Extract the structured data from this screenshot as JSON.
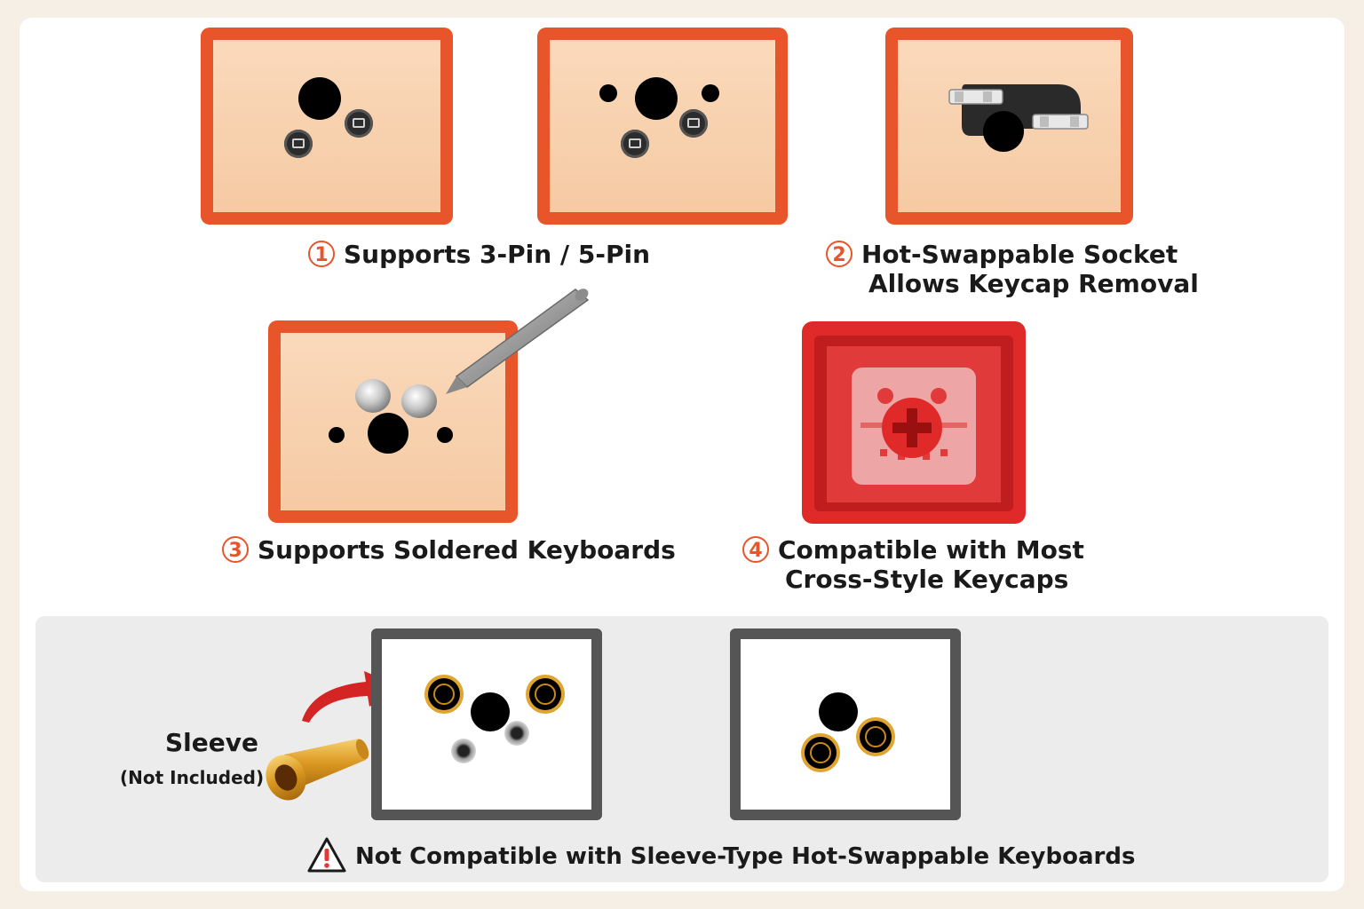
{
  "features": [
    {
      "number": "1",
      "text": "Supports 3-Pin / 5-Pin"
    },
    {
      "number": "2",
      "line1": "Hot-Swappable Socket",
      "line2": "Allows Keycap Removal"
    },
    {
      "number": "3",
      "text": "Supports Soldered Keyboards"
    },
    {
      "number": "4",
      "line1": "Compatible with Most",
      "line2": "Cross-Style Keycaps"
    }
  ],
  "sleeve": {
    "title": "Sleeve",
    "note": "(Not Included)"
  },
  "warning": {
    "text": "Not Compatible with Sleeve-Type Hot-Swappable Keyboards"
  },
  "colors": {
    "accent": "#e9552b",
    "keycap_red": "#e02a2a",
    "warning_red": "#e53935",
    "sleeve_gold": "#e0a530"
  },
  "icons": [
    "warning-triangle-icon",
    "curved-arrow-icon",
    "soldering-pen-icon",
    "brass-sleeve-icon"
  ]
}
